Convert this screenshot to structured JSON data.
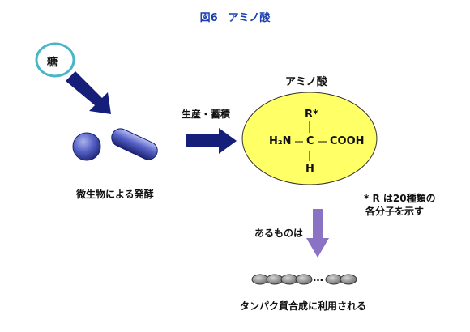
{
  "title": "図6　アミノ酸",
  "sugar_label": "糖",
  "fermentation_label": "微生物による発酵",
  "production_label": "生産・蓄積",
  "amino_acid_heading": "アミノ酸",
  "formula": {
    "r_group": "R*",
    "amine": "H₂N",
    "carbon": "C",
    "carboxyl": "COOH",
    "hydrogen": "H"
  },
  "note_line1": "* R は20種類の",
  "note_line2": "各分子を示す",
  "some_label": "あるものは",
  "chain_ellipsis": "…",
  "protein_label": "タンパク質合成に利用される",
  "colors": {
    "title": "#1a3fb0",
    "arrow_navy": "#151e78",
    "arrow_purple": "#8a72c4",
    "ellipse_fill": "#ffff66",
    "sugar_ring": "#49b6c8"
  }
}
